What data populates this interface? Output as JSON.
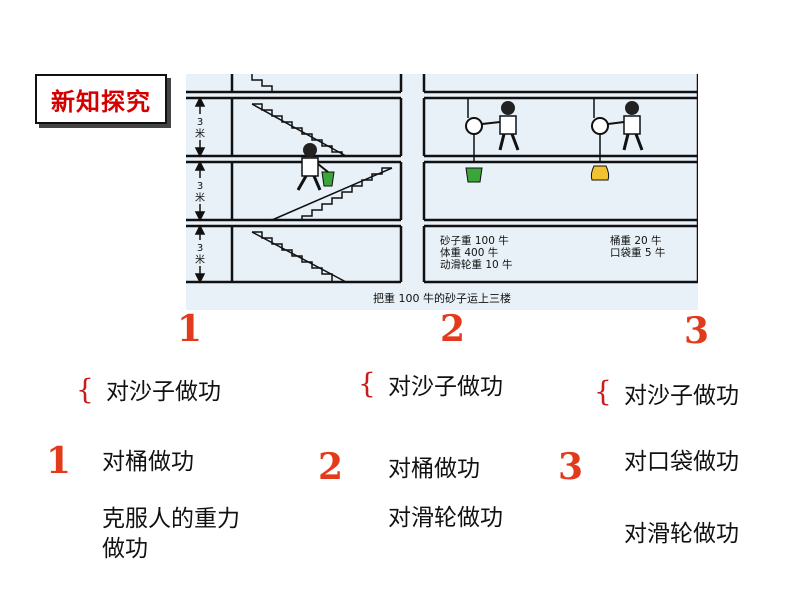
{
  "badge": {
    "label": "新知探究"
  },
  "figure": {
    "floor_mark_unit": "3\n米",
    "floor_mark_3": "3",
    "floor_mark_mi": "米",
    "info_left": [
      "砂子重 100 牛",
      "体重 400 牛",
      "动滑轮重 10 牛"
    ],
    "info_right": [
      "桶重 20 牛",
      "口袋重 5 牛"
    ],
    "caption": "把重 100 牛的砂子运上三楼"
  },
  "methods_header": [
    "1",
    "2",
    "3"
  ],
  "methods": [
    {
      "number": "1",
      "items": [
        "对沙子做功",
        "对桶做功",
        "克服人的重力",
        "做功"
      ]
    },
    {
      "number": "2",
      "items": [
        "对沙子做功",
        "对桶做功",
        "对滑轮做功"
      ]
    },
    {
      "number": "3",
      "items": [
        "对沙子做功",
        "对口袋做功",
        "对滑轮做功"
      ]
    }
  ],
  "colors": {
    "accent": "#e23a1a",
    "badge_text": "#d40000",
    "figure_bg": "#e8f1f8",
    "bucket": "#3aa63a",
    "bag": "#f2c230"
  }
}
